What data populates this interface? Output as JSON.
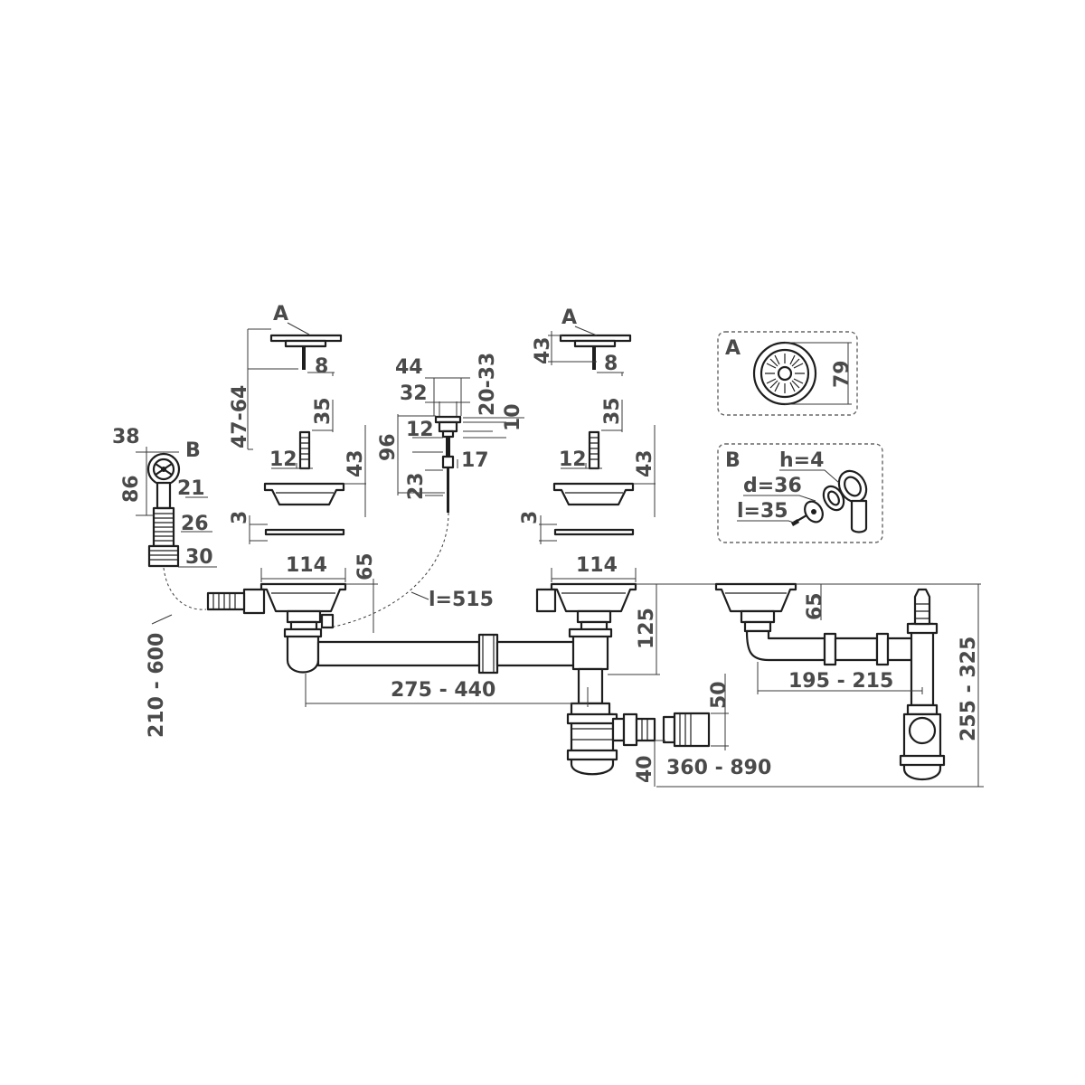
{
  "labels": {
    "A_left": "A",
    "A_mid": "A",
    "A_box": "A",
    "B_left": "B",
    "B_box": "B"
  },
  "dims": {
    "d_38": "38",
    "d_86": "86",
    "d_21": "21",
    "d_26": "26",
    "d_30": "30",
    "d_210_600": "210 - 600",
    "d_47_64": "47-64",
    "d_8_left": "8",
    "d_35_left": "35",
    "d_12_left": "12",
    "d_43_left": "43",
    "d_3_left": "3",
    "d_114_left": "114",
    "d_65_left": "65",
    "d_44": "44",
    "d_32": "32",
    "d_20_33": "20-33",
    "d_10": "10",
    "d_96": "96",
    "d_12_mid": "12",
    "d_17": "17",
    "d_23": "23",
    "d_l515": "l=515",
    "d_43_top": "43",
    "d_8_right": "8",
    "d_35_right": "35",
    "d_12_right": "12",
    "d_43_right": "43",
    "d_3_right": "3",
    "d_114_right": "114",
    "d_125": "125",
    "d_275_440": "275 - 440",
    "d_50": "50",
    "d_40": "40",
    "d_360_890": "360 - 890",
    "d_79": "79",
    "d_h4": "h=4",
    "d_d36": "d=36",
    "d_l35": "l=35",
    "d_65_far": "65",
    "d_195_215": "195 - 215",
    "d_255_325": "255 - 325"
  }
}
